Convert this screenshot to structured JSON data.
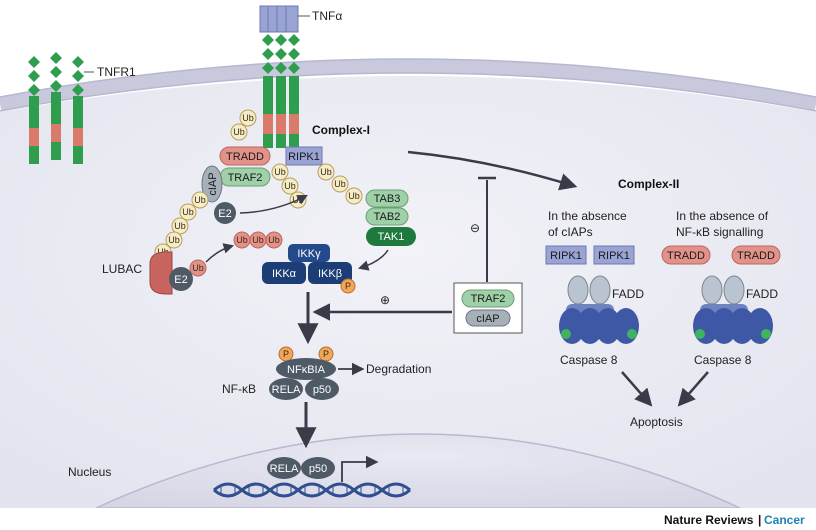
{
  "labels": {
    "tnfa": "TNFα",
    "tnfr1": "TNFR1",
    "complex1": "Complex-I",
    "complex2": "Complex-II",
    "tradd": "TRADD",
    "ripk1": "RIPK1",
    "traf2": "TRAF2",
    "ciap": "cIAP",
    "e2": "E2",
    "ub": "Ub",
    "tab3": "TAB3",
    "tab2": "TAB2",
    "tak1": "TAK1",
    "ikkg": "IKKγ",
    "ikka": "IKKα",
    "ikkb": "IKKβ",
    "p": "P",
    "lubac": "LUBAC",
    "nfkbia": "NFκBIA",
    "rela": "RELA",
    "p50": "p50",
    "degradation": "Degradation",
    "nfkb": "NF-κB",
    "nucleus": "Nucleus",
    "minus": "⊖",
    "plus": "⊕",
    "absence_ciaps_1": "In the absence",
    "absence_ciaps_2": "of cIAPs",
    "absence_nfkb_1": "In the absence of",
    "absence_nfkb_2": "NF-κB signalling",
    "fadd": "FADD",
    "caspase8": "Caspase 8",
    "apoptosis": "Apoptosis"
  },
  "footer": {
    "journal": "Nature Reviews",
    "separator": "|",
    "section": "Cancer"
  },
  "colors": {
    "membrane": "#dcdcec",
    "cytoplasm": "#ececf4",
    "receptor_green": "#2e9e4e",
    "receptor_red": "#d97a6a",
    "ub_fill": "#f5ecc8",
    "tradd": "#e3928a",
    "ripk1": "#9aa4d4",
    "traf2": "#9fd0a8",
    "ikk": "#234a8a",
    "tak1": "#1e7a3c",
    "gray_dark": "#4e5a66"
  }
}
